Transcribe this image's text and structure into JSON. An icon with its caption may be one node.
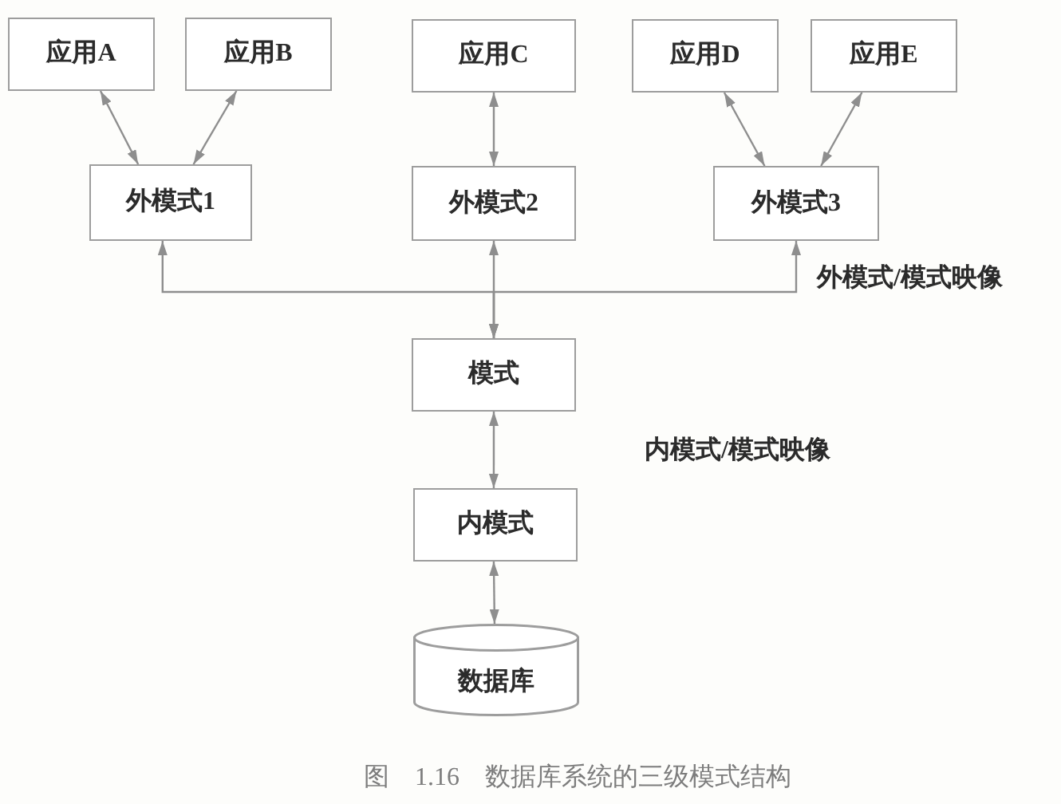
{
  "diagram": {
    "caption": "图 1.16 数据库系统的三级模式结构",
    "nodes": [
      {
        "text": [
          "应用A"
        ]
      },
      {
        "text": [
          "应用B"
        ]
      },
      {
        "text": [
          "应用C"
        ]
      },
      {
        "text": [
          "应用D"
        ]
      },
      {
        "text": [
          "应用E"
        ]
      },
      {
        "text": [
          "外模式1"
        ]
      },
      {
        "text": [
          "外模式2"
        ]
      },
      {
        "text": [
          "外模式3"
        ]
      },
      {
        "text": [
          "模式"
        ]
      },
      {
        "text": [
          "内模式"
        ]
      },
      {
        "text": [
          "数据库"
        ]
      }
    ],
    "edges": [
      {
        "from": 0,
        "to": 5,
        "arrow": "both"
      },
      {
        "from": 1,
        "to": 5,
        "arrow": "both"
      },
      {
        "from": 2,
        "to": 6,
        "arrow": "both"
      },
      {
        "from": 3,
        "to": 7,
        "arrow": "both"
      },
      {
        "from": 4,
        "to": 7,
        "arrow": "both"
      },
      {
        "from": 8,
        "to": 5,
        "arrow": "both"
      },
      {
        "from": 8,
        "to": 6,
        "arrow": "both"
      },
      {
        "from": 8,
        "to": 7,
        "arrow": "both"
      },
      {
        "from": 8,
        "to": 9,
        "arrow": "both"
      },
      {
        "from": 9,
        "to": 10,
        "arrow": "both"
      }
    ],
    "labels": [
      "外模式/模式映像",
      "内模式/模式映像"
    ]
  }
}
